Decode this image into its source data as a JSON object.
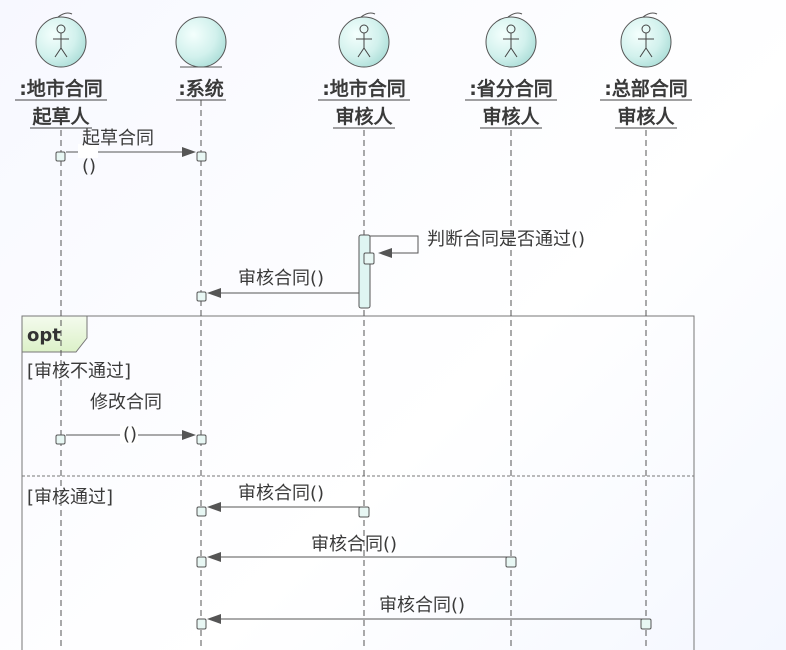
{
  "participants": [
    {
      "id": "p1",
      "type": "actor",
      "name_line1": ":地市合同",
      "name_line2": "起草人"
    },
    {
      "id": "p2",
      "type": "boundary",
      "name_line1": ":系统",
      "name_line2": ""
    },
    {
      "id": "p3",
      "type": "actor",
      "name_line1": ":地市合同",
      "name_line2": "审核人"
    },
    {
      "id": "p4",
      "type": "actor",
      "name_line1": ":省分合同",
      "name_line2": "审核人"
    },
    {
      "id": "p5",
      "type": "actor",
      "name_line1": ":总部合同",
      "name_line2": "审核人"
    }
  ],
  "messages": {
    "m1": {
      "name": "起草合同",
      "args": "()"
    },
    "m2": {
      "name": "判断合同是否通过()"
    },
    "m3": {
      "name": "审核合同()"
    },
    "m4": {
      "name": "修改合同",
      "args": "()"
    },
    "m5": {
      "name": "审核合同()"
    },
    "m6": {
      "name": "审核合同()"
    },
    "m7": {
      "name": "审核合同()"
    }
  },
  "fragment": {
    "operator": "opt",
    "guard1": "[审核不通过]",
    "guard2": "[审核通过]"
  },
  "colors": {
    "actor_fill": "#cdf0ec",
    "lifeline": "#555555",
    "activation_fill": "#dff5f2",
    "frame_stroke": "#777777",
    "tab_fill": "#e9f7dc"
  }
}
